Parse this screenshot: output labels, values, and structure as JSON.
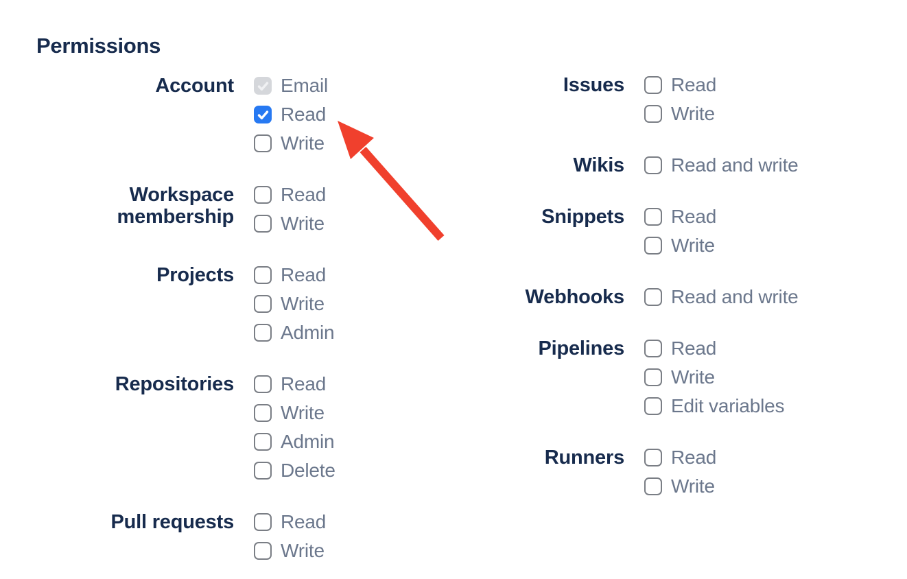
{
  "colors": {
    "heading_text": "#172B4D",
    "option_text": "#6B778C",
    "checkbox_border": "#7A7E85",
    "checkbox_checked": "#2779F2",
    "checkbox_disabled_bg": "#D5D7DB",
    "checkbox_disabled_check": "#F0F1F3",
    "arrow": "#F0402D",
    "background": "#FFFFFF"
  },
  "permissions": {
    "heading": "Permissions",
    "columns": [
      {
        "groups": [
          {
            "label": "Account",
            "options": [
              {
                "label": "Email",
                "checked": true,
                "disabled": true
              },
              {
                "label": "Read",
                "checked": true,
                "disabled": false
              },
              {
                "label": "Write",
                "checked": false,
                "disabled": false
              }
            ]
          },
          {
            "label": "Workspace membership",
            "options": [
              {
                "label": "Read",
                "checked": false,
                "disabled": false
              },
              {
                "label": "Write",
                "checked": false,
                "disabled": false
              }
            ]
          },
          {
            "label": "Projects",
            "options": [
              {
                "label": "Read",
                "checked": false,
                "disabled": false
              },
              {
                "label": "Write",
                "checked": false,
                "disabled": false
              },
              {
                "label": "Admin",
                "checked": false,
                "disabled": false
              }
            ]
          },
          {
            "label": "Repositories",
            "options": [
              {
                "label": "Read",
                "checked": false,
                "disabled": false
              },
              {
                "label": "Write",
                "checked": false,
                "disabled": false
              },
              {
                "label": "Admin",
                "checked": false,
                "disabled": false
              },
              {
                "label": "Delete",
                "checked": false,
                "disabled": false
              }
            ]
          },
          {
            "label": "Pull requests",
            "options": [
              {
                "label": "Read",
                "checked": false,
                "disabled": false
              },
              {
                "label": "Write",
                "checked": false,
                "disabled": false
              }
            ]
          }
        ]
      },
      {
        "groups": [
          {
            "label": "Issues",
            "options": [
              {
                "label": "Read",
                "checked": false,
                "disabled": false
              },
              {
                "label": "Write",
                "checked": false,
                "disabled": false
              }
            ]
          },
          {
            "label": "Wikis",
            "options": [
              {
                "label": "Read and write",
                "checked": false,
                "disabled": false
              }
            ]
          },
          {
            "label": "Snippets",
            "options": [
              {
                "label": "Read",
                "checked": false,
                "disabled": false
              },
              {
                "label": "Write",
                "checked": false,
                "disabled": false
              }
            ]
          },
          {
            "label": "Webhooks",
            "options": [
              {
                "label": "Read and write",
                "checked": false,
                "disabled": false
              }
            ]
          },
          {
            "label": "Pipelines",
            "options": [
              {
                "label": "Read",
                "checked": false,
                "disabled": false
              },
              {
                "label": "Write",
                "checked": false,
                "disabled": false
              },
              {
                "label": "Edit variables",
                "checked": false,
                "disabled": false
              }
            ]
          },
          {
            "label": "Runners",
            "options": [
              {
                "label": "Read",
                "checked": false,
                "disabled": false
              },
              {
                "label": "Write",
                "checked": false,
                "disabled": false
              }
            ]
          }
        ]
      }
    ]
  },
  "annotation": {
    "type": "arrow",
    "color": "#F0402D",
    "target": "Account Read checkbox"
  }
}
